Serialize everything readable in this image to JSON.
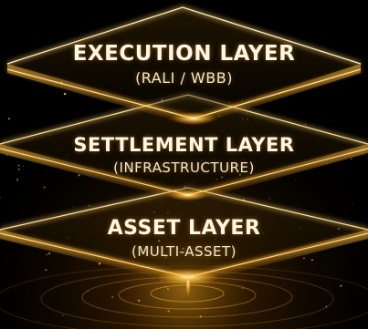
{
  "layers": [
    {
      "title": "EXECUTION LAYER",
      "subtitle": "(RALI / WBB)"
    },
    {
      "title": "SETTLEMENT LAYER",
      "subtitle": "(INFRASTRUCTURE)"
    },
    {
      "title": "ASSET LAYER",
      "subtitle": "(MULTI-ASSET)"
    }
  ],
  "colors": {
    "background": "#000000",
    "glow": "#ffb020",
    "edge": "#ffcf66",
    "text": "#fff6e6"
  }
}
